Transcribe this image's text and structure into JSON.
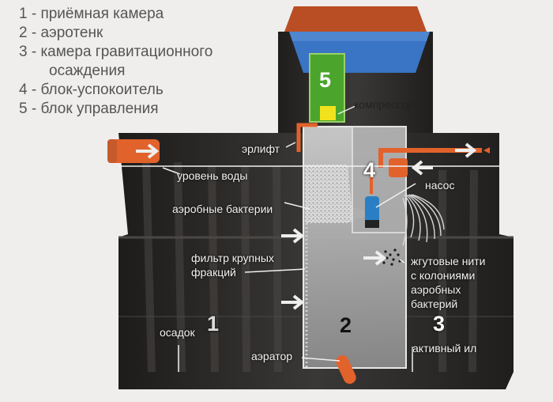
{
  "legend": [
    "1 - приёмная камера",
    "2 - аэротенк",
    "3 - камера гравитационного",
    "осаждения",
    "4 - блок-успокоитель",
    "5 - блок управления"
  ],
  "numbers": {
    "n1": "1",
    "n2": "2",
    "n3": "3",
    "n4": "4",
    "n5": "5"
  },
  "labels": {
    "compressor": "компрессор",
    "airlift": "эрлифт",
    "water_level": "уровень воды",
    "pump": "насос",
    "aerobic_bacteria": "аэробные бактерии",
    "filter_line1": "фильтр крупных",
    "filter_line2": "фракций",
    "strings_line1": "жгутовые нити",
    "strings_line2": "с колониями",
    "strings_line3": "аэробных",
    "strings_line4": "бактерий",
    "sediment": "осадок",
    "aerator": "аэратор",
    "active_sludge": "активный ил"
  },
  "colors": {
    "tank_body": "#2a2827",
    "lid": "#c65a2c",
    "lid_window": "#3a74c4",
    "control_unit": "#4ba52c",
    "compressor_box": "#f2e21d",
    "pipe": "#e2622b",
    "pump": "#2a7fc4",
    "water_line": "#f2f2f2"
  }
}
